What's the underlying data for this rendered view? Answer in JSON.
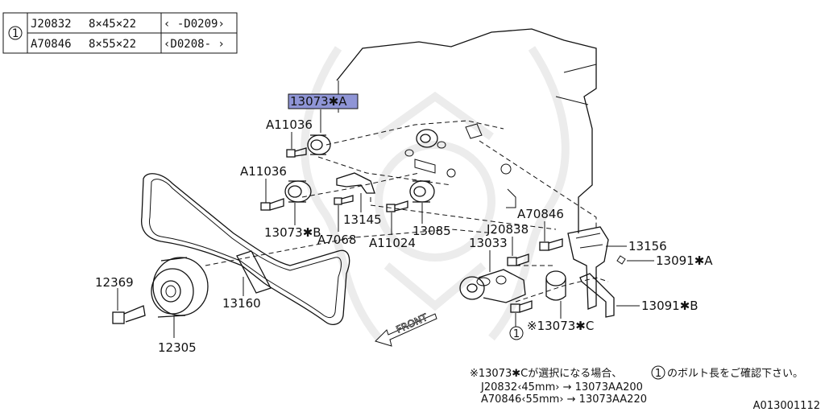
{
  "bolt_table": {
    "ref": "1",
    "rows": [
      {
        "part": "J20832",
        "size": "8×45×22",
        "range": "‹ -D0209›"
      },
      {
        "part": "A70846",
        "size": "8×55×22",
        "range": "‹D0208- ›"
      }
    ]
  },
  "callouts": {
    "tensioner_a": "13073✱A",
    "bolt_a11036_top": "A11036",
    "bolt_a11036_mid": "A11036",
    "idler_b": "13073✱B",
    "bracket_13145": "13145",
    "bolt_a7068": "A7068",
    "bolt_a11024": "A11024",
    "idler_13085": "13085",
    "bolt_a70846": "A70846",
    "bolt_j20838": "J20838",
    "tensioner_13033": "13033",
    "cover_13156": "13156",
    "bracket_13091a": "13091✱A",
    "bracket_13091b": "13091✱B",
    "tensioner_c": "※13073✱C",
    "bolt_ref_1": "1",
    "bolt_12369": "12369",
    "belt_13160": "13160",
    "pulley_12305": "12305"
  },
  "front_marker": "FRONT",
  "note": {
    "line1_prefix": "※13073✱Cが選択になる場合、",
    "line1_ref": "1",
    "line1_suffix": "のボルト長をご確認下さい。",
    "line2": "J20832‹45mm› → 13073AA200",
    "line3": "A70846‹55mm› → 13073AA220"
  },
  "diagram_id": "A013001112",
  "colors": {
    "highlight": "#8f95d6",
    "ink": "#111111",
    "watermark": "#ececec"
  }
}
